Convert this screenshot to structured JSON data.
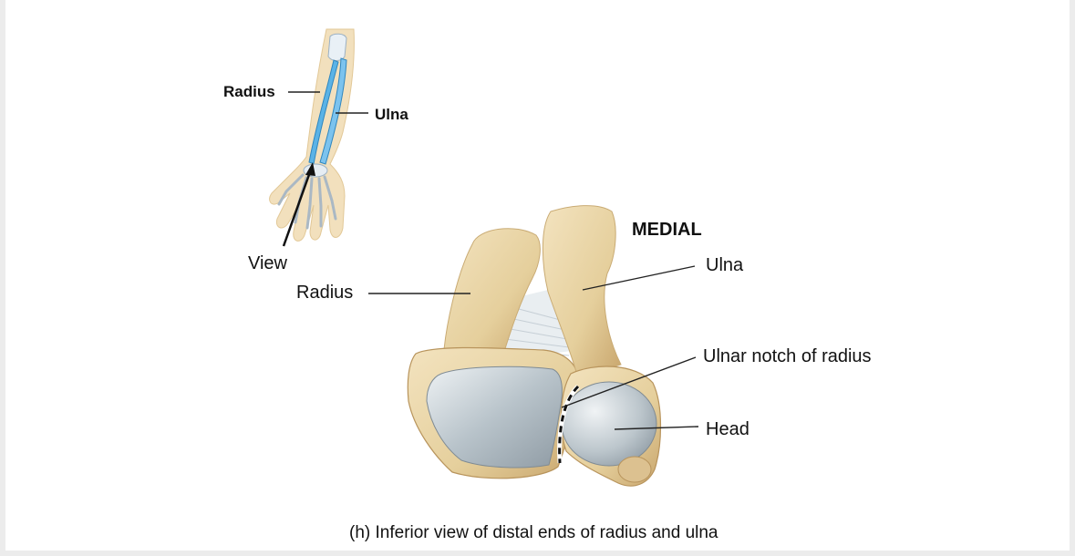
{
  "inset": {
    "radius_label": "Radius",
    "ulna_label": "Ulna",
    "view_label": "View"
  },
  "main": {
    "medial_label": "MEDIAL",
    "ulna_label": "Ulna",
    "radius_label": "Radius",
    "ulnar_notch_label": "Ulnar notch of radius",
    "head_label": "Head"
  },
  "caption": "(h) Inferior view of distal ends of radius and ulna",
  "colors": {
    "bone": "#e8d3a6",
    "bone_shadow": "#c9ab74",
    "cartilage": "#b9c3ca",
    "highlight_blue": "#5bb3e6",
    "text": "#111111"
  }
}
